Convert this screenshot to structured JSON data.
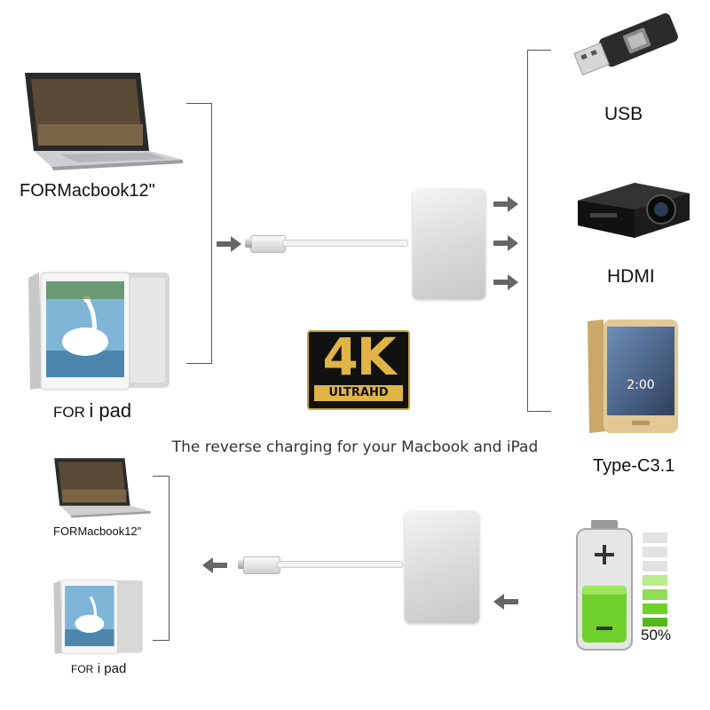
{
  "top": {
    "left_devices": [
      {
        "label": "FORMacbook12\"",
        "icon": "laptop-icon"
      },
      {
        "prefix": "FOR",
        "name": "i pad",
        "icon": "tablet-icon"
      }
    ],
    "right_devices": [
      {
        "label": "USB",
        "icon": "usb-drive-icon"
      },
      {
        "label": "HDMI",
        "icon": "projector-icon"
      },
      {
        "label": "Type-C3.1",
        "icon": "smartphone-icon"
      }
    ]
  },
  "badge": {
    "big": "4K",
    "small": "ULTRAHD"
  },
  "reverse_text": "The reverse charging for your Macbook and iPad",
  "bottom": {
    "left_devices": [
      {
        "label": "FORMacbook12\"",
        "icon": "laptop-icon"
      },
      {
        "prefix": "FOR",
        "name": "i pad",
        "icon": "tablet-icon"
      }
    ],
    "battery": {
      "percent_label": "50%",
      "level": 0.5,
      "icon": "battery-icon"
    }
  },
  "colors": {
    "gold": "#e0b546",
    "arrow": "#666666",
    "battery_green": "#6fd12b"
  }
}
